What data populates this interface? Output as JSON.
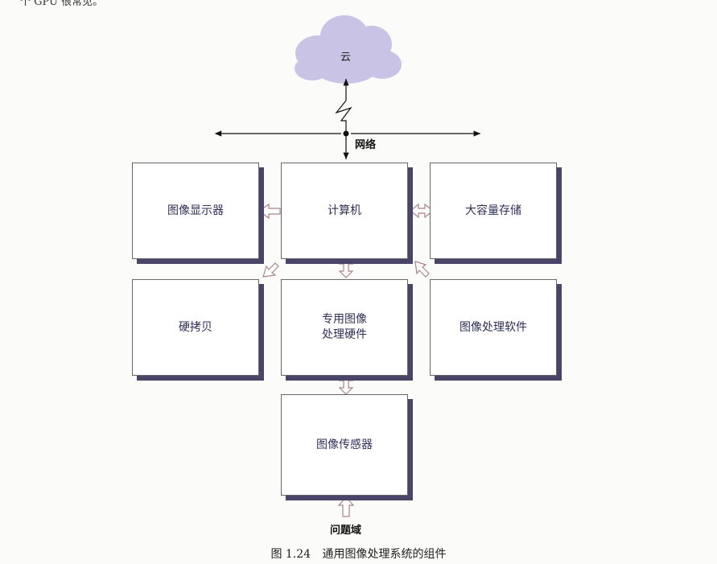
{
  "top_text": "个 GPU 很常见。",
  "cloud_label": "云",
  "network_label": "网络",
  "boxes": {
    "display": "图像显示器",
    "computer": "计算机",
    "storage": "大容量存储",
    "hardcopy": "硬拷贝",
    "hw_line1": "专用图像",
    "hw_line2": "处理硬件",
    "software": "图像处理软件",
    "sensors": "图像传感器"
  },
  "problem_domain": "问题域",
  "caption": {
    "number": "图 1.24",
    "text": "通用图像处理系统的组件"
  },
  "colors": {
    "cloud": "#c9c4e6",
    "shadow": "#4a4468",
    "arrow_outline": "#a9848a"
  }
}
